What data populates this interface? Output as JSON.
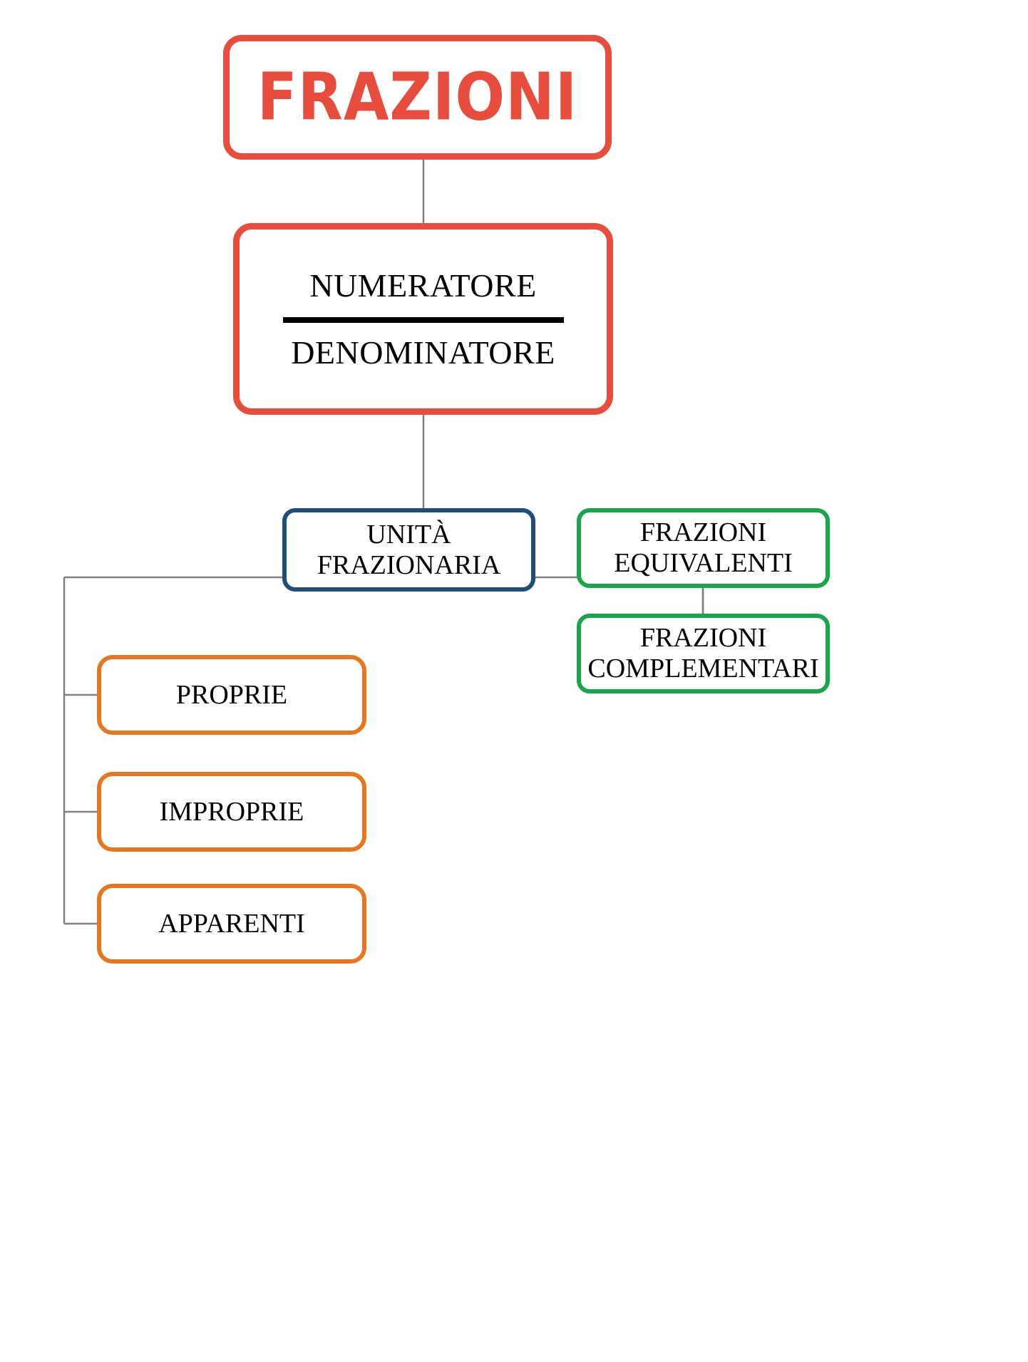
{
  "diagram": {
    "title": "FRAZIONI",
    "colors": {
      "red": "#E74C3C",
      "navy": "#1F4E79",
      "green": "#17A64A",
      "orange": "#E8761E",
      "connector": "#808080",
      "text": "#000000",
      "background": "#FFFFFF"
    },
    "root": {
      "label": "FRAZIONI"
    },
    "fraction": {
      "numerator": "NUMERATORE",
      "denominator": "DENOMINATORE"
    },
    "branches": [
      {
        "id": "proprie",
        "label": "PROPRIE",
        "color": "#E8761E"
      },
      {
        "id": "improprie",
        "label": "IMPROPRIE",
        "color": "#E8761E"
      },
      {
        "id": "apparenti",
        "label": "APPARENTI",
        "color": "#E8761E"
      },
      {
        "id": "unita_frazionaria",
        "label": "UNITÀ\nFRAZIONARIA",
        "color": "#1F4E79"
      },
      {
        "id": "frazioni_equivalenti",
        "label": "FRAZIONI\nEQUIVALENTI",
        "color": "#17A64A"
      },
      {
        "id": "frazioni_complementari",
        "label": "FRAZIONI\nCOMPLEMENTARI",
        "color": "#17A64A"
      }
    ]
  }
}
